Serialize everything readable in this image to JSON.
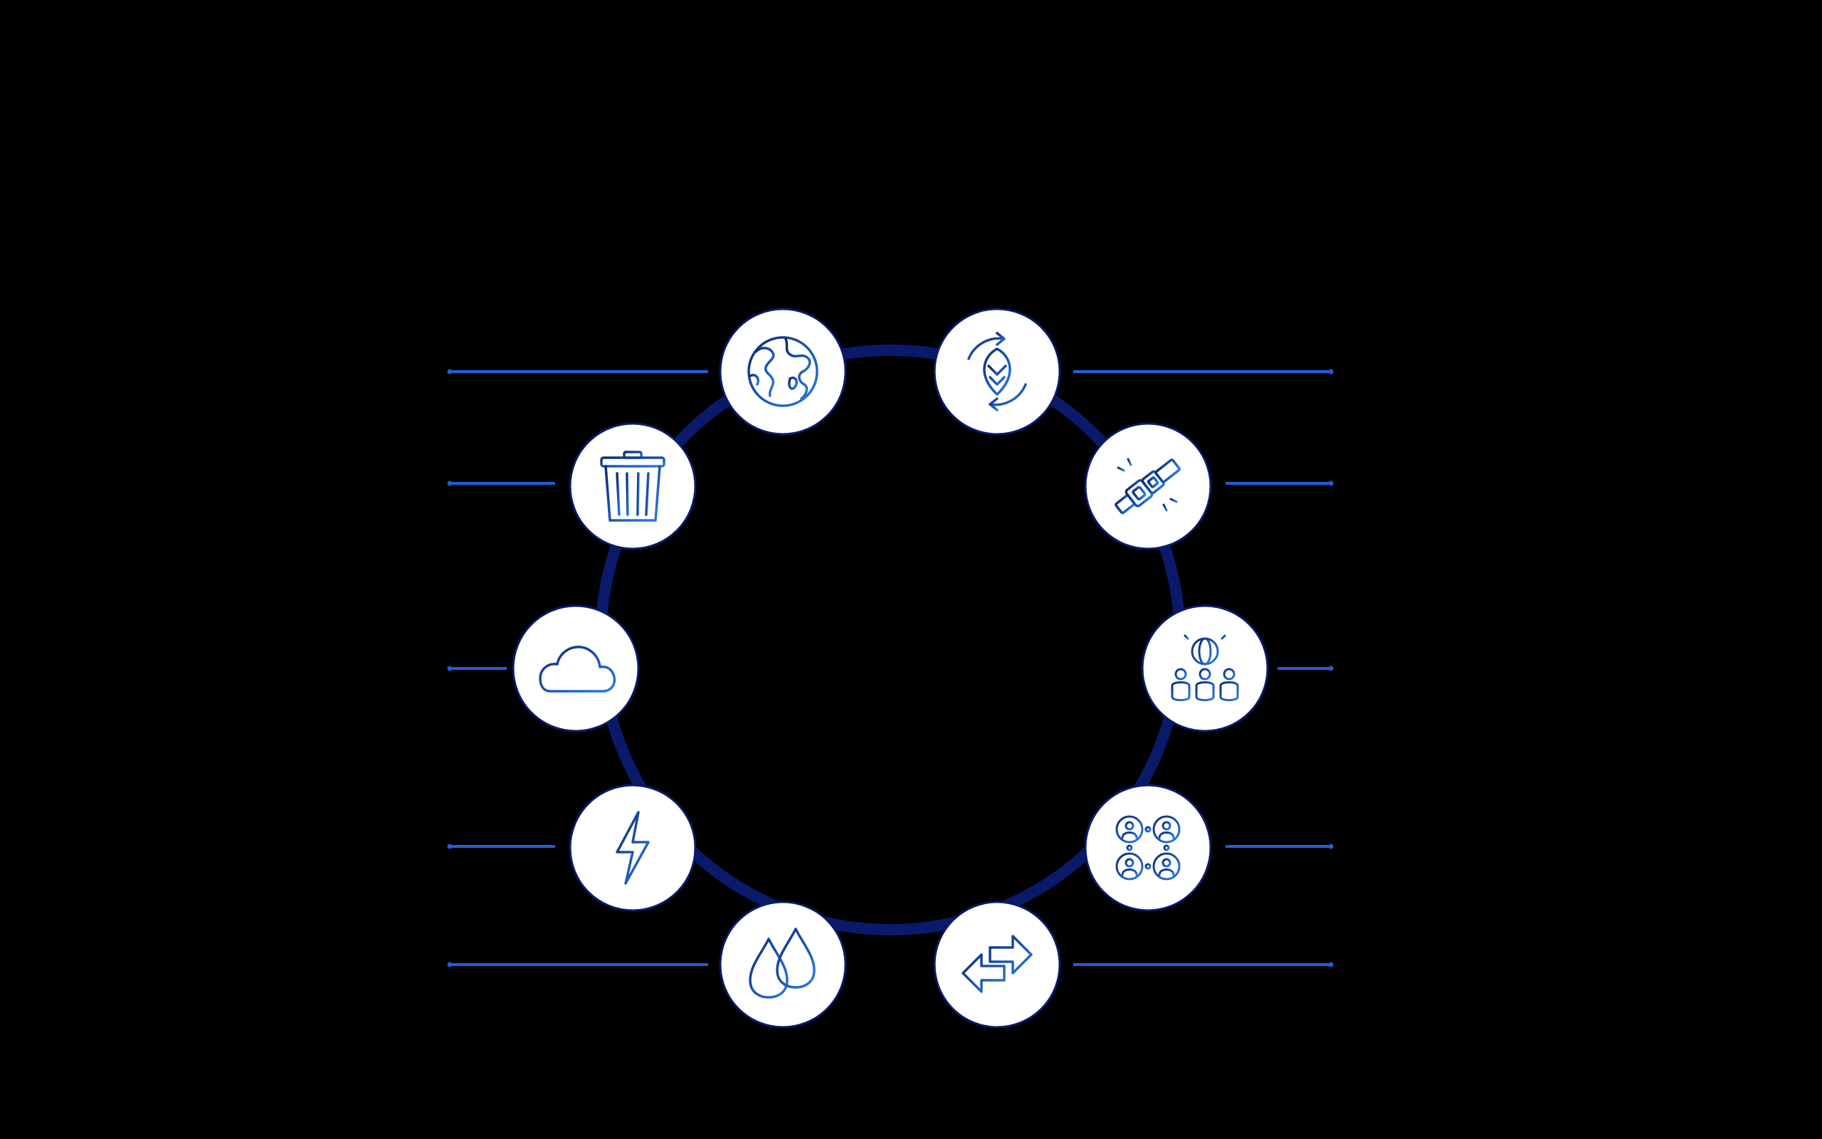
{
  "colors": {
    "background": "#000000",
    "ring": "#0a1a6b",
    "connector": "#1f5fd6",
    "node_fill": "#ffffff",
    "node_border": "#0a1a6b",
    "icon_dark": "#0b2a7a",
    "icon_light": "#2a7de1"
  },
  "nodes": [
    {
      "id": "earth",
      "icon": "globe-icon",
      "side": "left"
    },
    {
      "id": "recycle-leaf",
      "icon": "recycle-leaf-icon",
      "side": "right"
    },
    {
      "id": "trash",
      "icon": "trash-can-icon",
      "side": "left"
    },
    {
      "id": "seatbelt",
      "icon": "seatbelt-icon",
      "side": "right"
    },
    {
      "id": "cloud",
      "icon": "cloud-icon",
      "side": "left"
    },
    {
      "id": "global-community",
      "icon": "global-community-icon",
      "side": "right"
    },
    {
      "id": "energy",
      "icon": "lightning-bolt-icon",
      "side": "left"
    },
    {
      "id": "network",
      "icon": "people-network-icon",
      "side": "right"
    },
    {
      "id": "water",
      "icon": "water-drops-icon",
      "side": "left"
    },
    {
      "id": "exchange",
      "icon": "exchange-arrows-icon",
      "side": "right"
    }
  ]
}
